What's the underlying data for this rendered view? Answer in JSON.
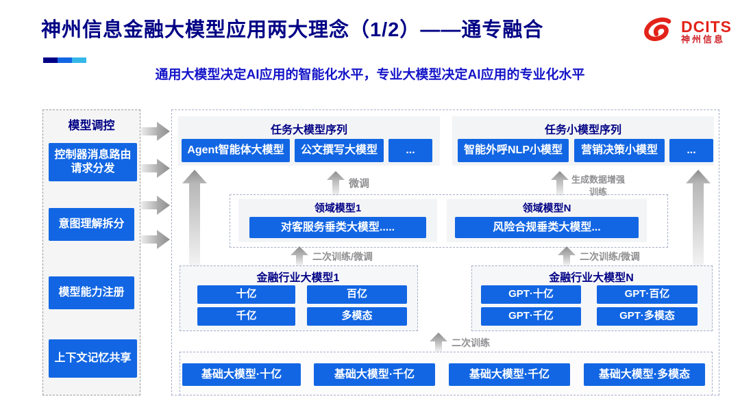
{
  "header": {
    "title": "神州信息金融大模型应用两大理念（1/2）——通专融合",
    "subtitle": "通用大模型决定AI应用的智能化水平，专业大模型决定AI应用的专业化水平",
    "logo": {
      "name": "DCITS",
      "cn": "神州信息"
    }
  },
  "sidebar": {
    "title": "模型调控",
    "items": [
      "控制器消息路由请求分发",
      "意图理解拆分",
      "模型能力注册",
      "上下文记忆共享"
    ]
  },
  "top_groups": [
    {
      "title": "任务大模型序列",
      "boxes": [
        "Agent智能体大模型",
        "公文撰写大模型",
        "..."
      ]
    },
    {
      "title": "任务小模型序列",
      "boxes": [
        "智能外呼NLP小模型",
        "营销决策小模型",
        "..."
      ]
    }
  ],
  "domain_panel": {
    "groups": [
      {
        "title": "领域模型1",
        "box": "对客服务垂类大模型....."
      },
      {
        "title": "领域模型N",
        "box": "风险合规垂类大模型..."
      }
    ]
  },
  "industry_panels": [
    {
      "title": "金融行业大模型1",
      "boxes": [
        "十亿",
        "百亿",
        "千亿",
        "多模态"
      ]
    },
    {
      "title": "金融行业大模型N",
      "boxes": [
        "GPT·十亿",
        "GPT·百亿",
        "GPT·千亿",
        "GPT·多模态"
      ]
    }
  ],
  "base_panel": {
    "boxes": [
      "基础大模型·十亿",
      "基础大模型·千亿",
      "基础大模型·千亿",
      "基础大模型·多模态"
    ]
  },
  "labels": {
    "finetune": "微调",
    "gen_line1": "生成数据增强",
    "gen_line2": "训练",
    "retrain_ft": "二次训练/微调",
    "retrain": "二次训练"
  },
  "colors": {
    "navy": "#000085",
    "accent_blue": "#1266e3",
    "cyan": "#35b7e8",
    "subtitle_blue": "#1414c8",
    "logo_red": "#e2231a"
  }
}
